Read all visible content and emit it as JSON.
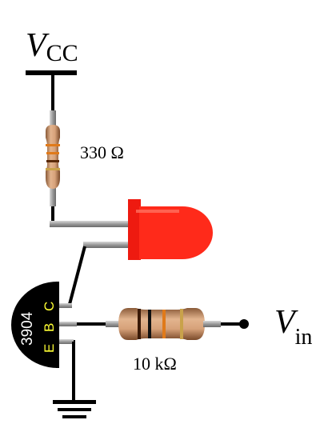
{
  "supply": {
    "label_main": "V",
    "label_sub": "CC"
  },
  "input": {
    "label_main": "V",
    "label_sub": "in"
  },
  "resistor_top": {
    "value": "330 Ω"
  },
  "resistor_base": {
    "value": "10 kΩ"
  },
  "transistor": {
    "part": "3904",
    "pins": [
      "E",
      "B",
      "C"
    ]
  },
  "colors": {
    "wire": "#000000",
    "lead": "#a8a8a8",
    "led": "#ff2a1a",
    "transistor_body": "#000000",
    "transistor_text": "#ffffff",
    "pin_text": "#ffff33",
    "resistor_body": "#c9906a"
  }
}
